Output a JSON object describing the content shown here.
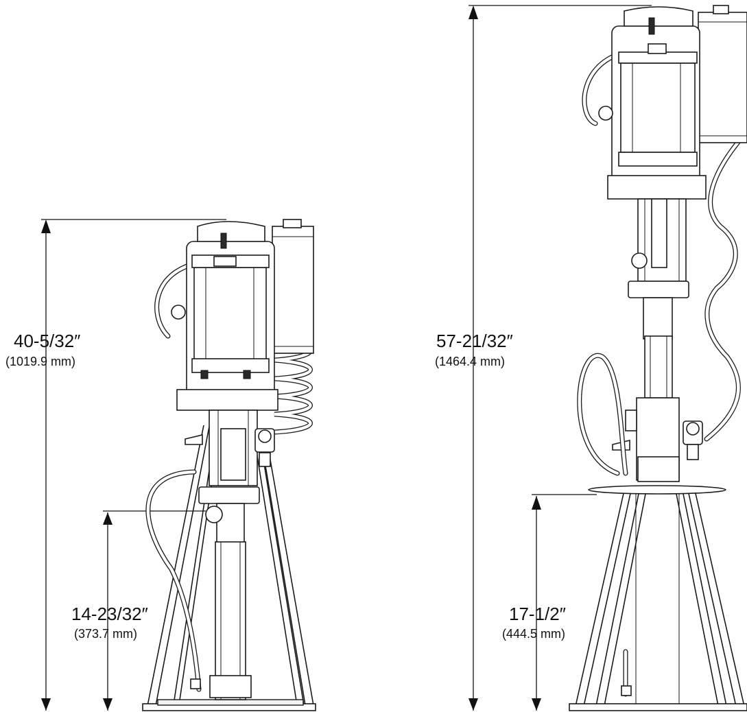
{
  "dimensions": {
    "left_total": {
      "imperial": "40-5/32″",
      "metric": "(1019.9 mm)"
    },
    "left_base": {
      "imperial": "14-23/32″",
      "metric": "(373.7 mm)"
    },
    "right_total": {
      "imperial": "57-21/32″",
      "metric": "(1464.4 mm)"
    },
    "right_base": {
      "imperial": "17-1/2″",
      "metric": "(444.5 mm)"
    }
  },
  "colors": {
    "line": "#1a1a1a",
    "background": "#ffffff"
  }
}
